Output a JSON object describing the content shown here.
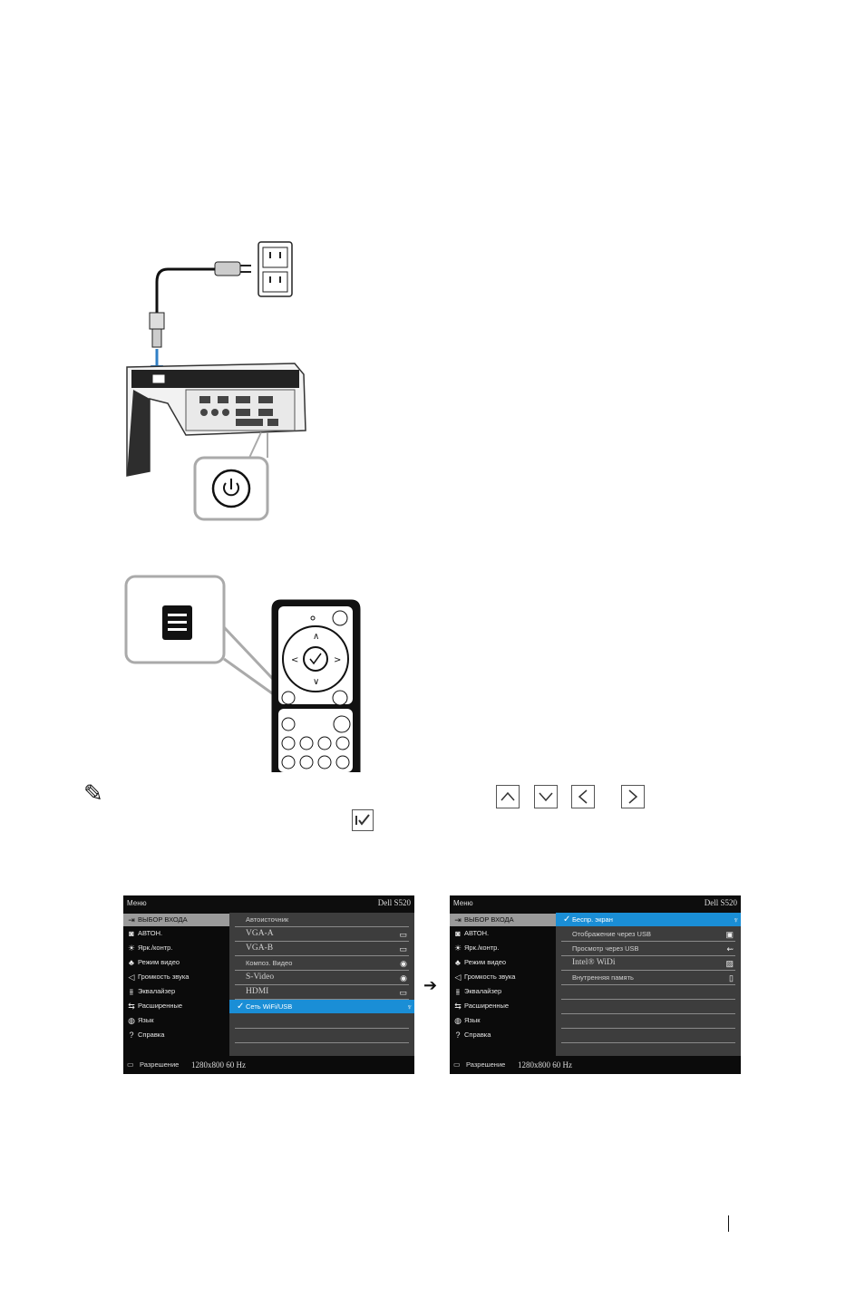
{
  "osd_left": {
    "title": "Меню",
    "model": "Dell S520",
    "menu": [
      {
        "icon": "⇥",
        "label": "ВЫБОР ВХОДА"
      },
      {
        "icon": "◙",
        "label": "АВТОН."
      },
      {
        "icon": "☀",
        "label": "Ярк./контр."
      },
      {
        "icon": "♣",
        "label": "Режим видео"
      },
      {
        "icon": "◁",
        "label": "Громкость звука"
      },
      {
        "icon": "⫵",
        "label": "Эквалайзер"
      },
      {
        "icon": "⇆",
        "label": "Расширенные"
      },
      {
        "icon": "◍",
        "label": "Язык"
      },
      {
        "icon": "?",
        "label": "Справка"
      }
    ],
    "rows": [
      {
        "label": "Автоисточник",
        "icon": ""
      },
      {
        "label": "VGA-A",
        "icon": "▭"
      },
      {
        "label": "VGA-B",
        "icon": "▭"
      },
      {
        "label": "Композ. Видео",
        "icon": "◉"
      },
      {
        "label": "S-Video",
        "icon": "◉"
      },
      {
        "label": "HDMI",
        "icon": "▭"
      },
      {
        "label": "Сеть  WiFi/USB",
        "icon": "♆",
        "check": "✓"
      }
    ],
    "footer": {
      "icon": "▭",
      "label": "Разрешение",
      "value": "1280x800 60 Hz"
    }
  },
  "osd_right": {
    "title": "Меню",
    "model": "Dell S520",
    "menu": [
      {
        "icon": "⇥",
        "label": "ВЫБОР ВХОДА"
      },
      {
        "icon": "◙",
        "label": "АВТОН."
      },
      {
        "icon": "☀",
        "label": "Ярк./контр."
      },
      {
        "icon": "♣",
        "label": "Режим видео"
      },
      {
        "icon": "◁",
        "label": "Громкость звука"
      },
      {
        "icon": "⫵",
        "label": "Эквалайзер"
      },
      {
        "icon": "⇆",
        "label": "Расширенные"
      },
      {
        "icon": "◍",
        "label": "Язык"
      },
      {
        "icon": "?",
        "label": "Справка"
      }
    ],
    "rows": [
      {
        "label": "Беспр. экран",
        "icon": "♆",
        "check": "✓"
      },
      {
        "label": "Отображение через USB",
        "icon": "▣"
      },
      {
        "label": "Просмотр через USB",
        "icon": "⇜"
      },
      {
        "label": "Intel® WiDi",
        "icon": "▨"
      },
      {
        "label": "Внутренняя память",
        "icon": "▯"
      }
    ],
    "footer": {
      "icon": "▭",
      "label": "Разрешение",
      "value": "1280x800 60 Hz"
    }
  },
  "icons": {
    "arrow": "➔",
    "note": "✎",
    "enter": "✓",
    "up": "∧",
    "down": "∨",
    "left": "<",
    "right": ">"
  }
}
